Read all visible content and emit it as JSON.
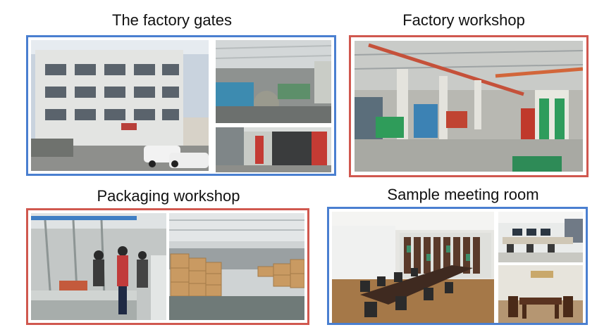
{
  "panels": [
    {
      "title": "The factory gates",
      "border_color": "#4a7fd0"
    },
    {
      "title": "Factory workshop",
      "border_color": "#d0584f"
    },
    {
      "title": "Packaging workshop",
      "border_color": "#d0584f"
    },
    {
      "title": "Sample meeting room",
      "border_color": "#4a7fd0"
    }
  ],
  "photos": {
    "gates_building": "factory building exterior with parked cars",
    "gates_warehouse": "warehouse interior with goods",
    "gates_gate": "factory gate entrance",
    "workshop_floor": "workshop floor with crates and shelves",
    "packaging_line": "workers at packaging line",
    "packaging_boxes": "stacked cardboard boxes in warehouse",
    "meeting_table": "meeting room with long table and chairs",
    "meeting_office": "office desks with monitors",
    "meeting_tea": "tea room with wooden furniture"
  }
}
